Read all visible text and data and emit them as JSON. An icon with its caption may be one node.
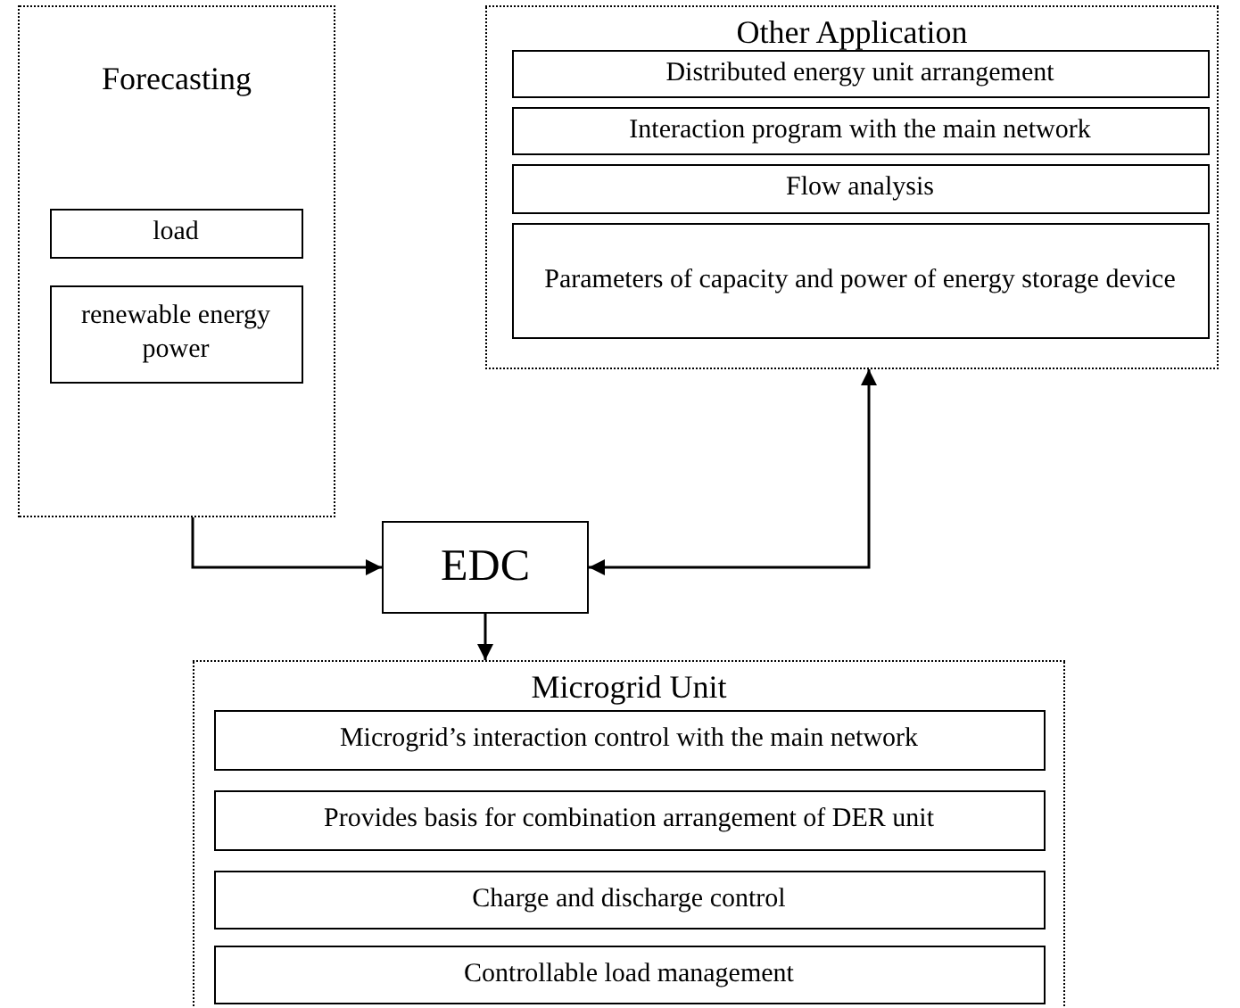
{
  "diagram": {
    "nodes": [
      {
        "text": [
          "Forecasting"
        ]
      },
      {
        "text": [
          "load"
        ],
        "in": 0
      },
      {
        "text": [
          "renewable energy power"
        ],
        "in": 0
      },
      {
        "text": [
          "Other Application"
        ]
      },
      {
        "text": [
          "Distributed energy unit arrangement"
        ],
        "in": 3
      },
      {
        "text": [
          "Interaction program with the main network"
        ],
        "in": 3
      },
      {
        "text": [
          "Flow analysis"
        ],
        "in": 3
      },
      {
        "text": [
          "Parameters of capacity and power of energy storage device"
        ],
        "in": 3
      },
      {
        "text": [
          "EDC"
        ]
      },
      {
        "text": [
          "Microgrid Unit"
        ]
      },
      {
        "text": [
          "Microgrid’s interaction control with the main network"
        ],
        "in": 9
      },
      {
        "text": [
          "Provides basis for combination arrangement of DER unit"
        ],
        "in": 9
      },
      {
        "text": [
          "Charge and discharge control"
        ],
        "in": 9
      },
      {
        "text": [
          "Controllable load management"
        ],
        "in": 9
      }
    ],
    "edges": [
      {
        "from": 0,
        "to": 8,
        "arrow": "to"
      },
      {
        "from": 8,
        "to": 3,
        "arrow": "both"
      },
      {
        "from": 8,
        "to": 9,
        "arrow": "to"
      }
    ]
  }
}
